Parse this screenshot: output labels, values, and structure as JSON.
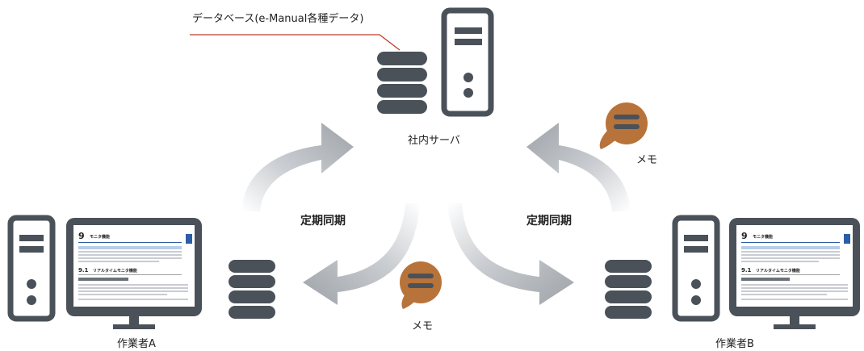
{
  "annotation": {
    "database_label": "データベース(e-Manual各種データ)"
  },
  "server": {
    "label": "社内サーバ"
  },
  "sync": {
    "left_label": "定期同期",
    "right_label": "定期同期"
  },
  "memo": {
    "top_right_label": "メモ",
    "bottom_label": "メモ"
  },
  "workers": {
    "a_label": "作業者A",
    "b_label": "作業者B"
  },
  "manual_screen": {
    "chapter_number": "9",
    "chapter_title": "モニタ機能",
    "section_number": "9.1",
    "section_title": "リアルタイムモニタ機能"
  },
  "colors": {
    "device": "#4a5159",
    "memo_bubble": "#b8733a",
    "arrow": "#a3a8ae",
    "annotation_line": "#c0392b",
    "screen_accent": "#2c5ea8"
  }
}
